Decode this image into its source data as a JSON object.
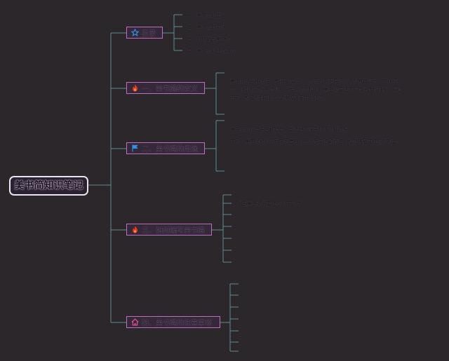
{
  "root": {
    "title": "美书简知识笔记"
  },
  "branches": [
    {
      "title": "目录",
      "icon": "star-icon",
      "items": [
        "一、美书简的定义",
        "二、美书简的用途",
        "三、如何编写美书简",
        "四、美书简的注意事项"
      ]
    },
    {
      "title": "一、美书简的定义",
      "icon": "fire-icon",
      "text": [
        "美书简是一种简洁、有吸引力的个人简历，用于展示个人的教育背景、工作经",
        "历、技能和成就等信息。与传统简历相比，美书简更注重视觉设计和排版，通过",
        "图形、颜色和排列的方式来吸引雇主的注意。"
      ]
    },
    {
      "title": "二、美书简的用途",
      "icon": "flag-icon",
      "items": [
        "美书简可以用于各种场合，包括但不限于以下几种情况：",
        "求职：美书简可以帮助求职者在众多简历中脱颖而出，增加被雇主注意的机会。"
      ]
    },
    {
      "title": "三、如何编写美书简",
      "icon": "fire-icon",
      "items": [
        "编写美书简需要注意以下几点："
      ]
    },
    {
      "title": "四、美书简的注意事项",
      "icon": "home-icon"
    }
  ],
  "colors": {
    "connector": "#5f8c8c",
    "topic_border": "#c06cc0",
    "root_border": "#e9e4ee"
  }
}
